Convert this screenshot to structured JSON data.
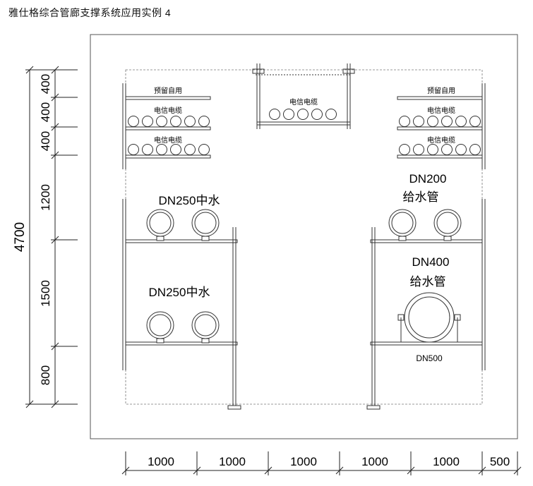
{
  "title": "雅仕格综合管廊支撑系统应用实例 4",
  "dimensions": {
    "vertical": [
      "400",
      "400",
      "400",
      "1200",
      "1500",
      "800"
    ],
    "total_height": "4700",
    "horizontal": [
      "1000",
      "1000",
      "1000",
      "1000",
      "1000",
      "500"
    ]
  },
  "labels": {
    "reserve_left": "预留自用",
    "telecom_left_1": "电信电缆",
    "telecom_left_2": "电信电缆",
    "telecom_center": "电信电缆",
    "reserve_right": "预留自用",
    "telecom_right_1": "电信电缆",
    "telecom_right_2": "电信电缆",
    "reclaimed_upper": "DN250中水",
    "reclaimed_lower": "DN250中水",
    "supply_small_size": "DN200",
    "supply_small_name": "给水管",
    "supply_large_size": "DN400",
    "supply_large_name": "给水管",
    "dn500": "DN500"
  }
}
